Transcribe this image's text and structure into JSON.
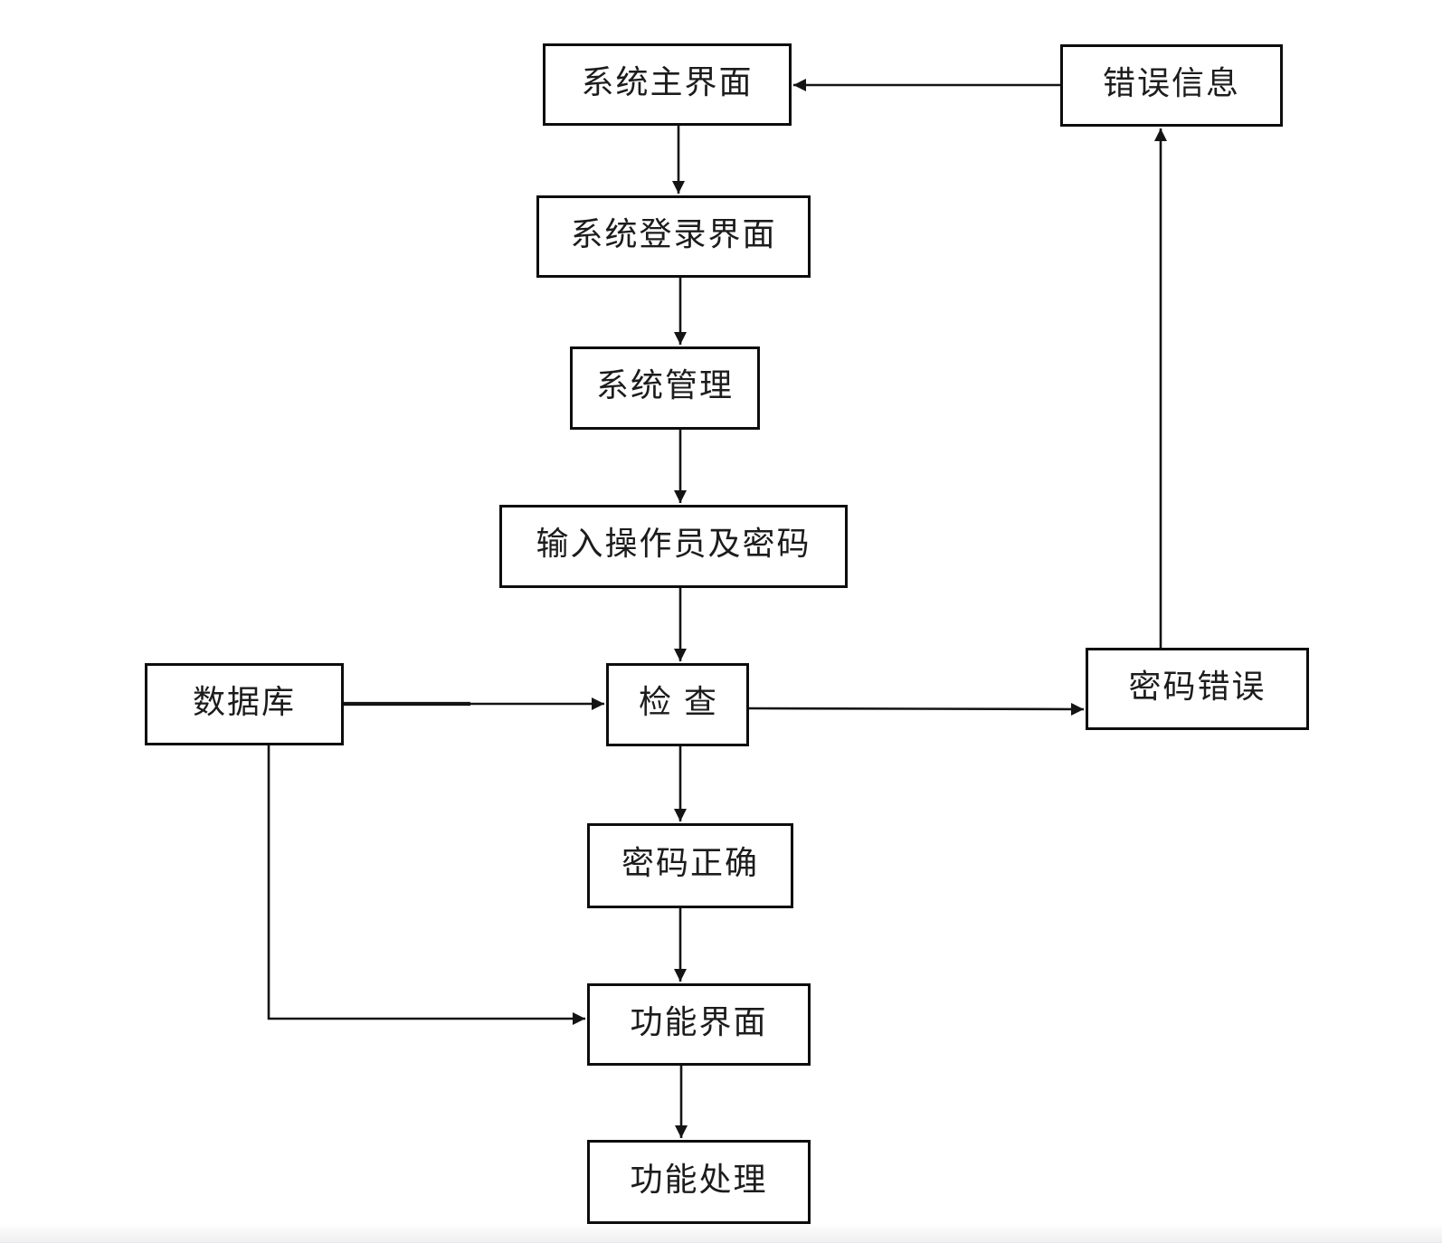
{
  "diagram": {
    "type": "flowchart",
    "line_color": "#141414",
    "box_border_color": "#0d0d0d",
    "text_color": "#1c1c1c",
    "background_color": "#ffffff",
    "nodes": {
      "main": {
        "label": "系统主界面"
      },
      "error_info": {
        "label": "错误信息"
      },
      "login": {
        "label": "系统登录界面"
      },
      "sys_mgmt": {
        "label": "系统管理"
      },
      "input_cred": {
        "label": "输入操作员及密码"
      },
      "database": {
        "label": "数据库"
      },
      "check": {
        "label": "检查"
      },
      "pwd_wrong": {
        "label": "密码错误"
      },
      "pwd_correct": {
        "label": "密码正确"
      },
      "func_ui": {
        "label": "功能界面"
      },
      "func_proc": {
        "label": "功能处理"
      }
    },
    "edges": [
      {
        "from": "系统主界面",
        "to": "系统登录界面"
      },
      {
        "from": "错误信息",
        "to": "系统主界面"
      },
      {
        "from": "系统登录界面",
        "to": "系统管理"
      },
      {
        "from": "系统管理",
        "to": "输入操作员及密码"
      },
      {
        "from": "输入操作员及密码",
        "to": "检查"
      },
      {
        "from": "数据库",
        "to": "检查"
      },
      {
        "from": "检查",
        "to": "密码错误"
      },
      {
        "from": "密码错误",
        "to": "错误信息"
      },
      {
        "from": "检查",
        "to": "密码正确"
      },
      {
        "from": "密码正确",
        "to": "功能界面"
      },
      {
        "from": "数据库",
        "to": "功能界面"
      },
      {
        "from": "功能界面",
        "to": "功能处理"
      }
    ]
  }
}
